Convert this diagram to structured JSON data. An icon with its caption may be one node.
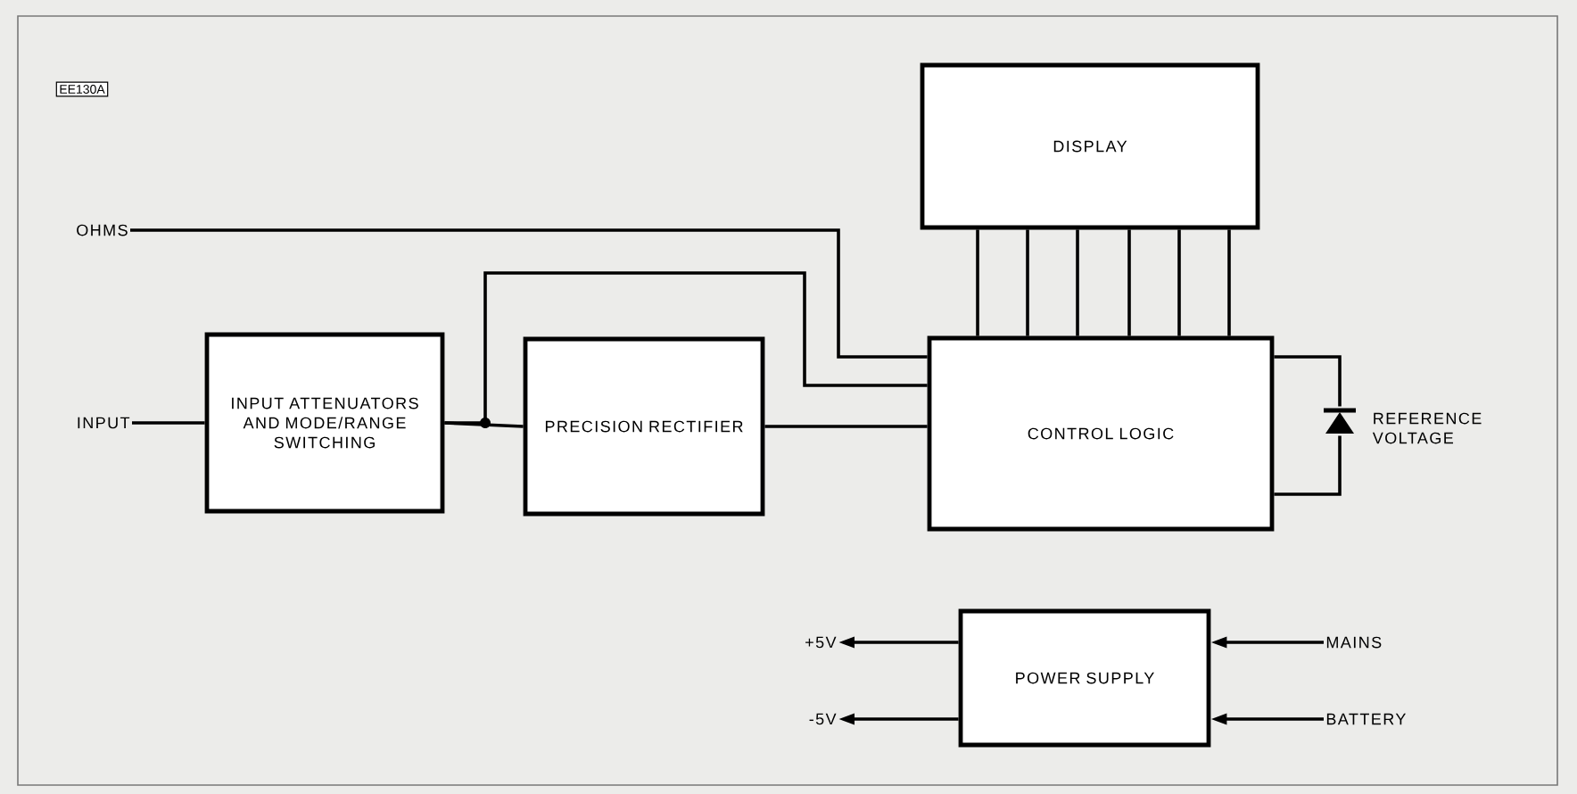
{
  "diagram": {
    "nodes": [
      {
        "text": [
          "DISPLAY"
        ]
      },
      {
        "text": [
          "OHMS"
        ]
      },
      {
        "text": [
          "INPUT"
        ]
      },
      {
        "text": [
          "INPUT ATTENUATORS AND MODE/RANGE SWITCHING"
        ]
      },
      {
        "text": [
          "PRECISION RECTIFIER"
        ]
      },
      {
        "text": [
          "CONTROL LOGIC"
        ]
      },
      {
        "text": [],
        "shape": "diode",
        "beside": [
          "REFERENCE VOLTAGE"
        ]
      },
      {
        "text": [
          "POWER SUPPLY"
        ]
      },
      {
        "text": [
          "+5V"
        ]
      },
      {
        "text": [
          "-5V"
        ]
      },
      {
        "text": [
          "MAINS"
        ]
      },
      {
        "text": [
          "BATTERY"
        ]
      }
    ],
    "edges": [
      {
        "from": 1,
        "to": 5,
        "arrow": "none"
      },
      {
        "from": 2,
        "to": 3,
        "arrow": "none"
      },
      {
        "from": 3,
        "to": 4,
        "arrow": "none"
      },
      {
        "from": 3,
        "to": 5,
        "arrow": "none"
      },
      {
        "from": 4,
        "to": 5,
        "arrow": "none"
      },
      {
        "from": 0,
        "to": 5,
        "arrow": "none"
      },
      {
        "from": 0,
        "to": 5,
        "arrow": "none"
      },
      {
        "from": 0,
        "to": 5,
        "arrow": "none"
      },
      {
        "from": 0,
        "to": 5,
        "arrow": "none"
      },
      {
        "from": 0,
        "to": 5,
        "arrow": "none"
      },
      {
        "from": 0,
        "to": 5,
        "arrow": "none"
      },
      {
        "from": 5,
        "to": 6,
        "arrow": "none"
      },
      {
        "from": 5,
        "to": 6,
        "arrow": "none"
      },
      {
        "from": 7,
        "to": 8,
        "arrow": "to"
      },
      {
        "from": 7,
        "to": 9,
        "arrow": "to"
      },
      {
        "from": 10,
        "to": 7,
        "arrow": "to"
      },
      {
        "from": 11,
        "to": 7,
        "arrow": "to"
      }
    ],
    "labels": [
      "EE130A"
    ]
  }
}
